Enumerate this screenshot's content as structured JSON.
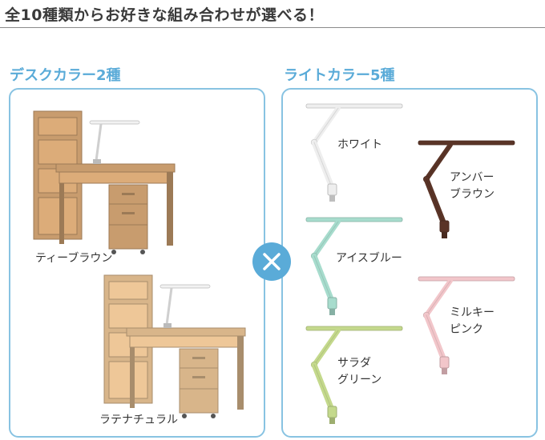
{
  "header": {
    "title": "全10種類からお好きな組み合わせが選べる！"
  },
  "desk_section": {
    "title": "デスクカラー2種",
    "items": [
      {
        "label": "ティーブラウン",
        "color": "#c89c6e"
      },
      {
        "label": "ラテナチュラル",
        "color": "#d8b58a"
      }
    ]
  },
  "operator": {
    "icon": "times-icon",
    "color": "#5aabd8"
  },
  "light_section": {
    "title": "ライトカラー5種",
    "items": [
      {
        "label": "ホワイト",
        "color": "#eeeeee"
      },
      {
        "label": "アンバー\nブラウン",
        "color": "#5a3427"
      },
      {
        "label": "アイスブルー",
        "color": "#a7dccd"
      },
      {
        "label": "ミルキー\nピンク",
        "color": "#f2c6ca"
      },
      {
        "label": "サラダ\nグリーン",
        "color": "#c4d98c"
      }
    ]
  }
}
